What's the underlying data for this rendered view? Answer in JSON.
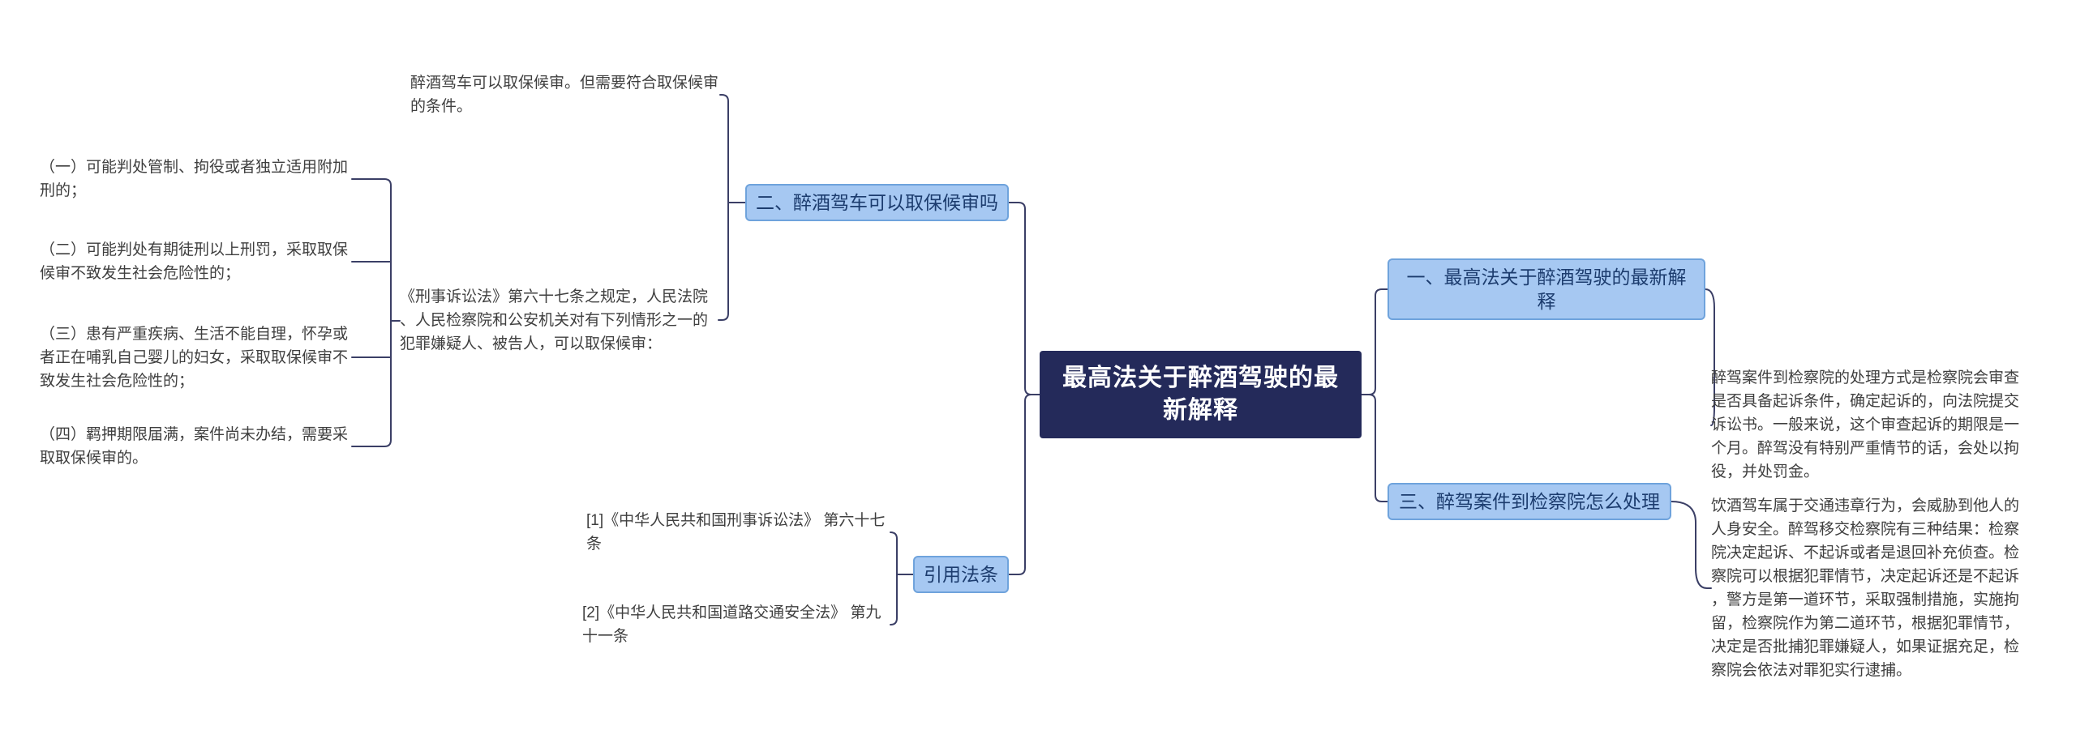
{
  "title": "最高法关于醉酒驾驶的最新解释",
  "center": {
    "label": "最高法关于醉酒驾驶的最新解释"
  },
  "branches": {
    "one": {
      "label": "一、最高法关于醉酒驾驶的最新解释",
      "detail": "醉驾案件到检察院的处理方式是检察院会审查是否具备起诉条件，确定起诉的，向法院提交诉讼书。一般来说，这个审查起诉的期限是一个月。醉驾没有特别严重情节的话，会处以拘役，并处罚金。"
    },
    "two": {
      "label": "二、醉酒驾车可以取保候审吗",
      "note": "醉酒驾车可以取保候审。但需要符合取保候审的条件。",
      "law": "《刑事诉讼法》第六十七条之规定，人民法院、人民检察院和公安机关对有下列情形之一的犯罪嫌疑人、被告人，可以取保候审：",
      "items": [
        "（一）可能判处管制、拘役或者独立适用附加刑的；",
        "（二）可能判处有期徒刑以上刑罚，采取取保候审不致发生社会危险性的；",
        "（三）患有严重疾病、生活不能自理，怀孕或者正在哺乳自己婴儿的妇女，采取取保候审不致发生社会危险性的；",
        "（四）羁押期限届满，案件尚未办结，需要采取取保候审的。"
      ]
    },
    "three": {
      "label": "三、醉驾案件到检察院怎么处理",
      "detail": "饮酒驾车属于交通违章行为，会威胁到他人的人身安全。醉驾移交检察院有三种结果：检察院决定起诉、不起诉或者是退回补充侦查。检察院可以根据犯罪情节，决定起诉还是不起诉，警方是第一道环节，采取强制措施，实施拘留，检察院作为第二道环节，根据犯罪情节，决定是否批捕犯罪嫌疑人，如果证据充足，检察院会依法对罪犯实行逮捕。"
    },
    "citations": {
      "label": "引用法条",
      "items": [
        "[1]《中华人民共和国刑事诉讼法》 第六十七条",
        "[2]《中华人民共和国道路交通安全法》 第九十一条"
      ]
    }
  },
  "colors": {
    "background": "#ffffff",
    "center_bg": "#242a5a",
    "center_text": "#ffffff",
    "branch_bg": "#a6c8f2",
    "branch_border": "#6fa3dc",
    "branch_text": "#1c3c6e",
    "text": "#3f3f3f",
    "connector": "#3b3f66"
  }
}
